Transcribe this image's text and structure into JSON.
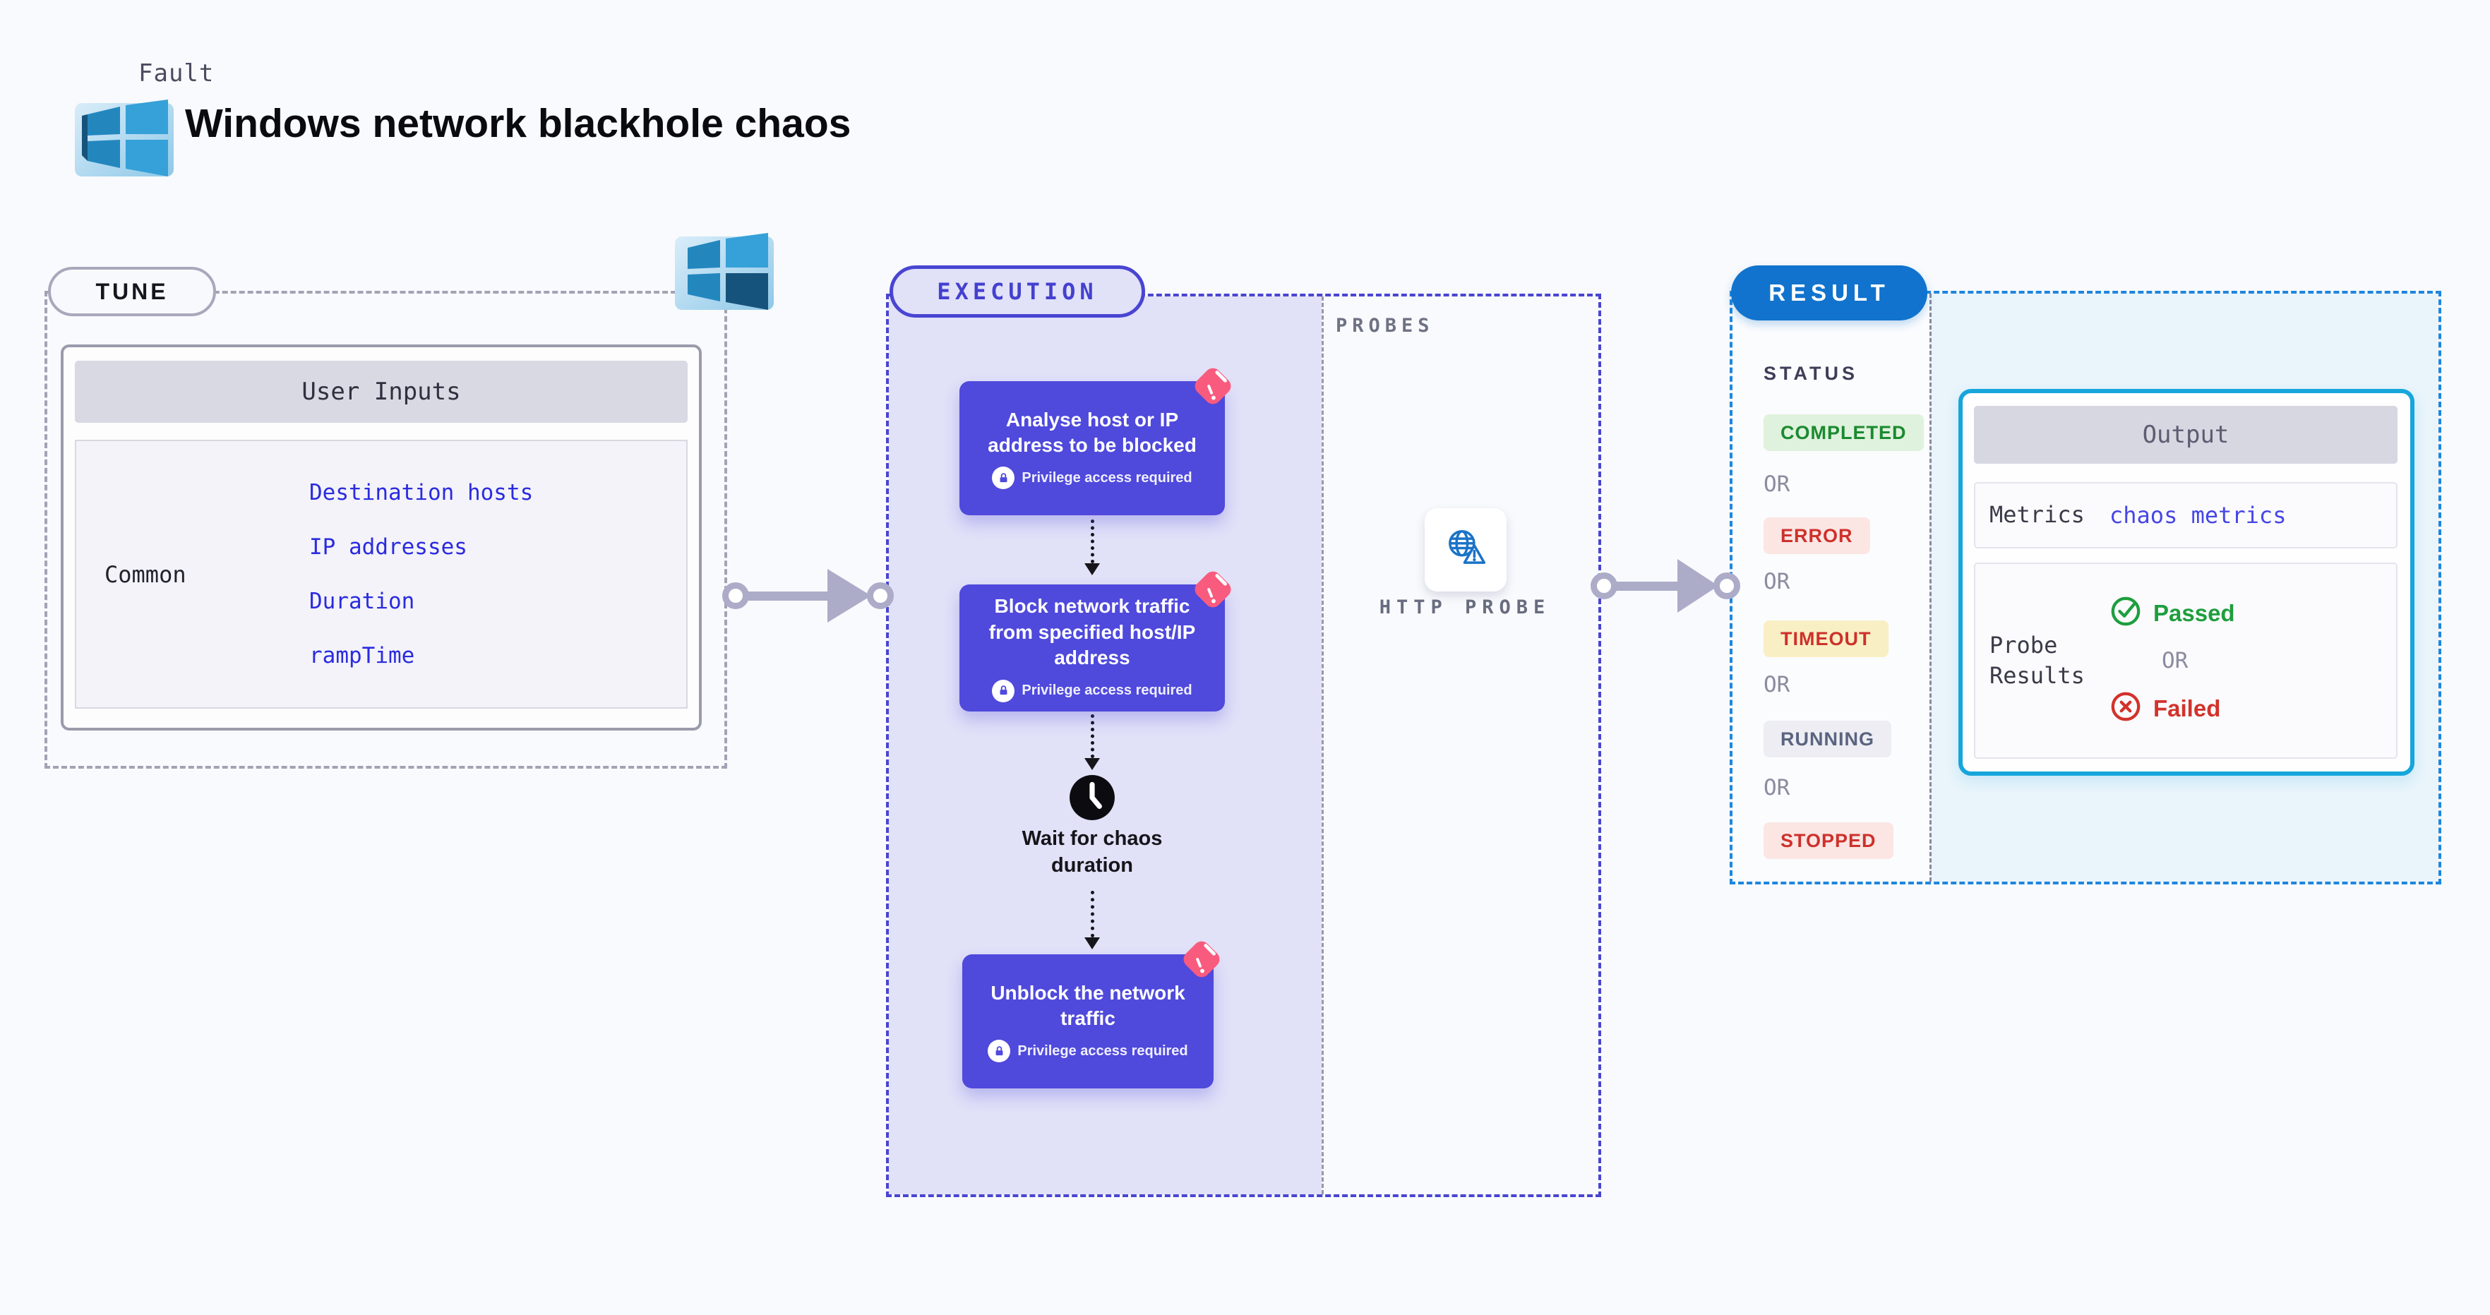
{
  "header": {
    "kicker": "Fault",
    "title": "Windows network blackhole chaos"
  },
  "tune": {
    "label": "TUNE",
    "table_header": "User Inputs",
    "row_label": "Common",
    "links": [
      "Destination hosts",
      "IP addresses",
      "Duration",
      "rampTime"
    ]
  },
  "execution": {
    "label": "EXECUTION",
    "privilege_note": "Privilege access required",
    "steps": [
      {
        "title": "Analyse host or IP address to be blocked"
      },
      {
        "title": "Block network traffic from specified host/IP address"
      },
      {
        "title": "Wait for chaos duration"
      },
      {
        "title": "Unblock the network traffic"
      }
    ]
  },
  "probes": {
    "label": "PROBES",
    "probe_name": "HTTP PROBE"
  },
  "result": {
    "label": "RESULT",
    "status_title": "STATUS",
    "or_label": "OR",
    "statuses": [
      "COMPLETED",
      "ERROR",
      "TIMEOUT",
      "RUNNING",
      "STOPPED"
    ],
    "output": {
      "header": "Output",
      "metrics_label": "Metrics",
      "metrics_link": "chaos metrics",
      "probe_results_label": "Probe Results",
      "passed_label": "Passed",
      "failed_label": "Failed"
    }
  },
  "colors": {
    "accent_indigo": "#4945D2",
    "card_purple": "#4F49DC",
    "result_blue": "#1173CD",
    "result_dash_blue": "#1F86DE",
    "output_cyan_border": "#16A6DB",
    "link_blue": "#2B2BDF",
    "litmus_pink": "#F95B7E",
    "passed_green": "#1E9E3E",
    "failed_red": "#D2322B",
    "execution_fill": "#E1E1F8",
    "result_fill": "#E9F4FB"
  }
}
